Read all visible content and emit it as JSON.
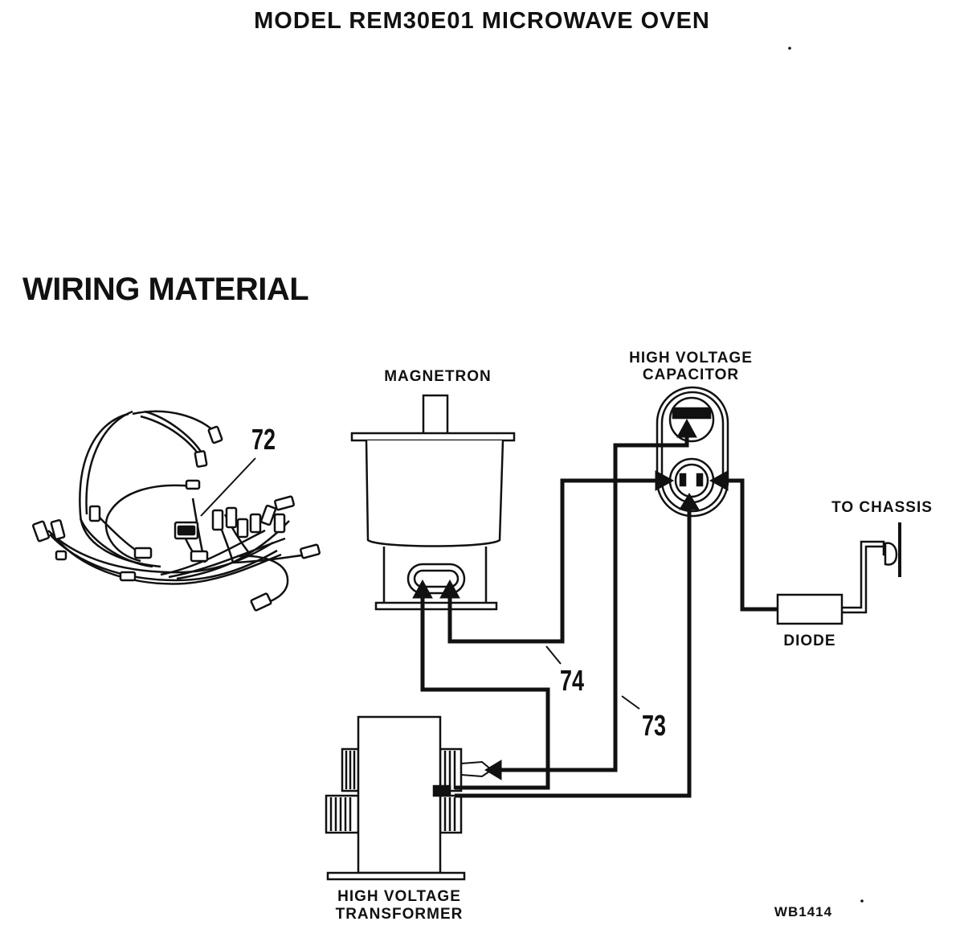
{
  "header": {
    "model_title": "MODEL REM30E01 MICROWAVE OVEN"
  },
  "section": {
    "title": "WIRING MATERIAL"
  },
  "labels": {
    "magnetron": "MAGNETRON",
    "capacitor_line1": "HIGH VOLTAGE",
    "capacitor_line2": "CAPACITOR",
    "to_chassis": "TO CHASSIS",
    "diode": "DIODE",
    "transformer_line1": "HIGH VOLTAGE",
    "transformer_line2": "TRANSFORMER",
    "drawing_code": "WB1414"
  },
  "callouts": {
    "harness": "72",
    "wire_73": "73",
    "wire_74": "74"
  }
}
